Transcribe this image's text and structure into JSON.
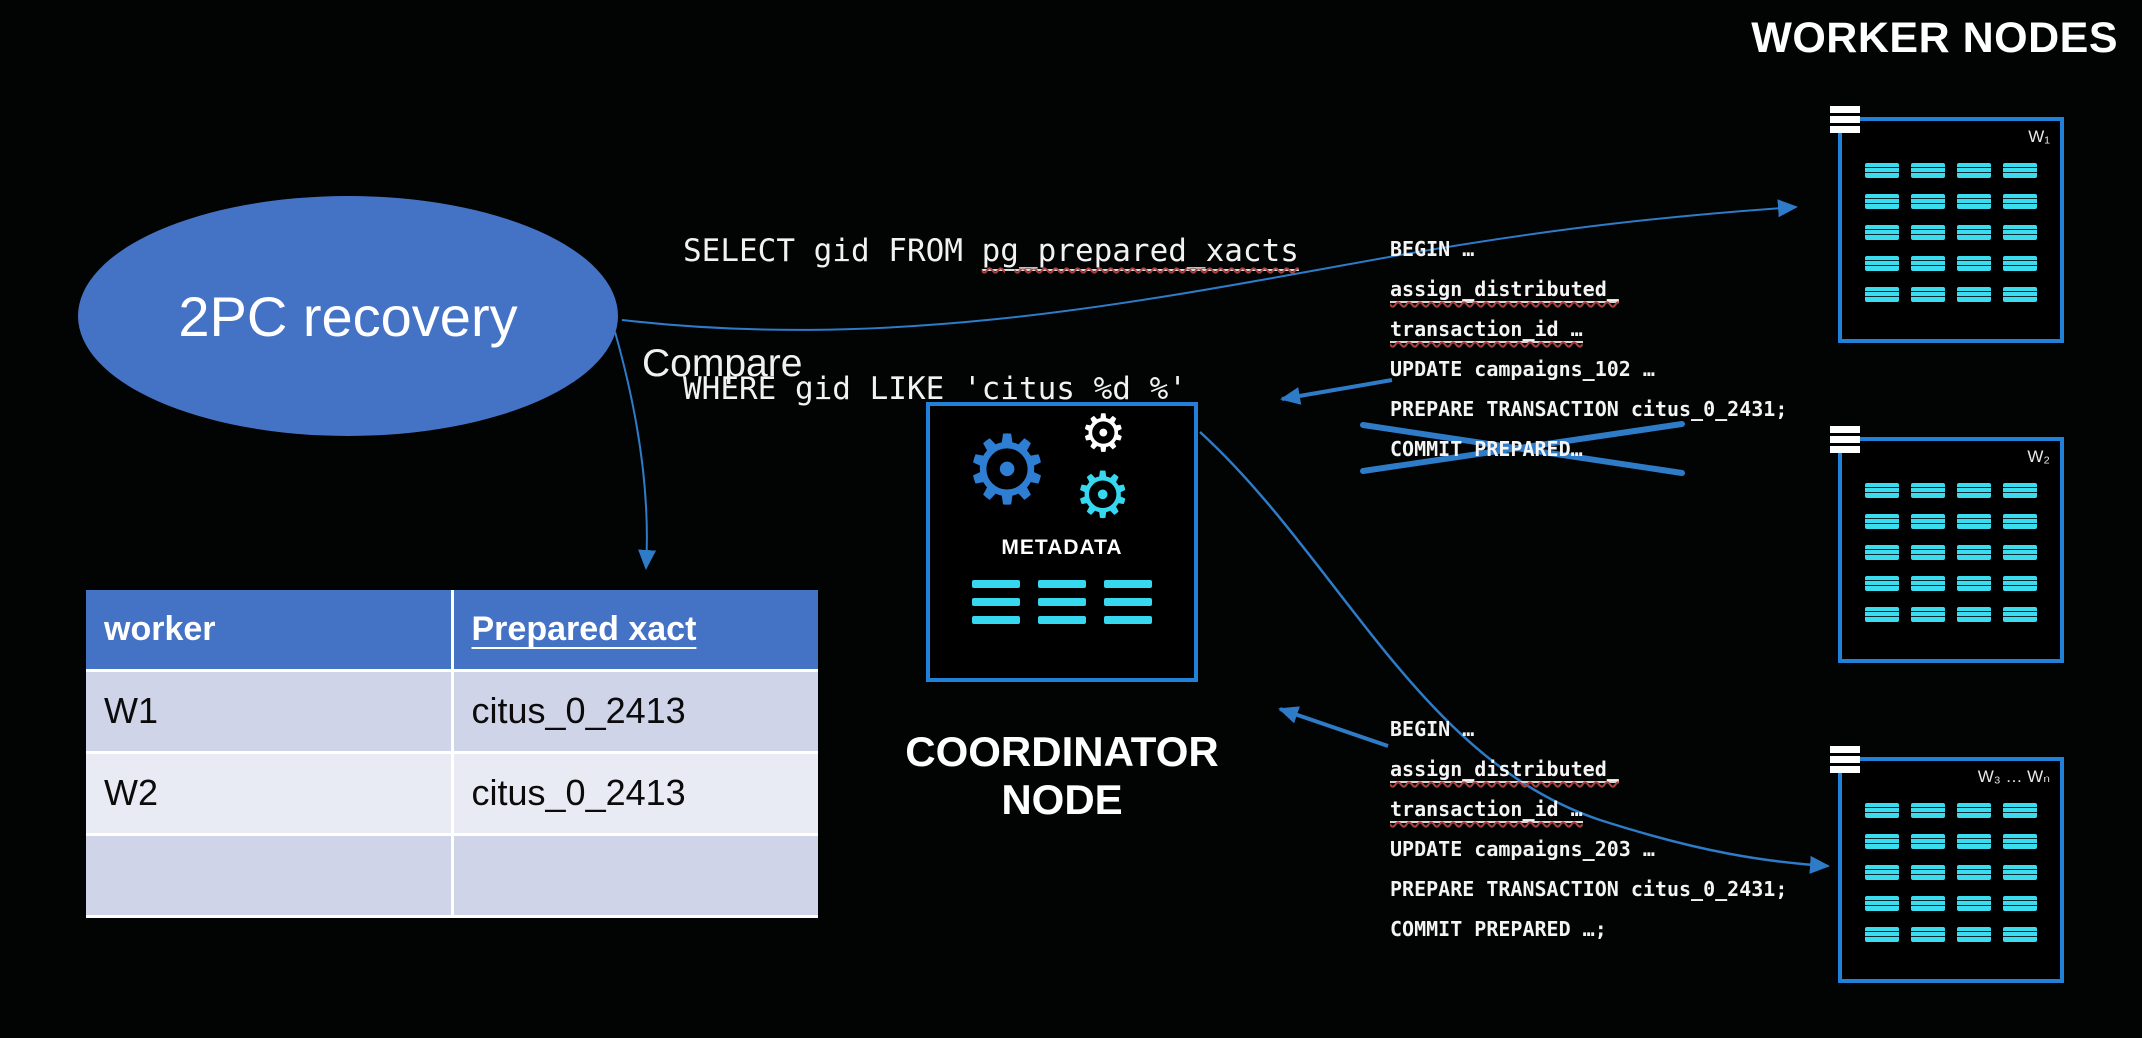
{
  "colors": {
    "background": "#000000",
    "accent_blue": "#4472c4",
    "border_blue": "#2180d8",
    "arrow_blue": "#2e7bc8",
    "cyan": "#35d8ee",
    "table_row_dark": "#cfd4e8",
    "table_row_light": "#e9ebf4",
    "text_white": "#ffffff"
  },
  "icons": {
    "gear": "⚙"
  },
  "worker_nodes_title": "WORKER NODES",
  "sql": {
    "line1_prefix": "SELECT gid FROM ",
    "line1_term": "pg_prepared_xacts",
    "line2_prefix": "WHERE gid LIKE ",
    "line2_term": "'citus_%d_%'"
  },
  "recovery_label": "2PC recovery",
  "compare_label": "Compare",
  "coordinator": {
    "metadata_label": "METADATA",
    "title_line1": "COORDINATOR",
    "title_line2": "NODE"
  },
  "table": {
    "headers": [
      {
        "text": "worker",
        "u": false
      },
      {
        "text": "Prepared xact",
        "u": true
      }
    ],
    "rows": [
      [
        "W1",
        "citus_0_2413"
      ],
      [
        "W2",
        "citus_0_2413"
      ],
      [
        "",
        ""
      ]
    ]
  },
  "workers": [
    {
      "label": "W₁"
    },
    {
      "label": "W₂"
    },
    {
      "label": "W₃ … Wₙ"
    }
  ],
  "transactions": [
    {
      "lines": [
        {
          "text": "BEGIN …",
          "u": false
        },
        {
          "text": "assign_distributed_",
          "u": true
        },
        {
          "text": "transaction_id …",
          "u": true
        },
        {
          "text": "UPDATE campaigns_102 …",
          "u": false
        },
        {
          "text": "PREPARE TRANSACTION citus_0_2431;",
          "u": false
        },
        {
          "text": "COMMIT PREPARED…",
          "u": false,
          "crossed": true
        }
      ]
    },
    {
      "lines": [
        {
          "text": "BEGIN …",
          "u": false
        },
        {
          "text": "assign_distributed_",
          "u": true
        },
        {
          "text": "transaction_id …",
          "u": true
        },
        {
          "text": "UPDATE campaigns_203 …",
          "u": false
        },
        {
          "text": "PREPARE TRANSACTION citus_0_2431;",
          "u": false
        },
        {
          "text": "COMMIT PREPARED …;",
          "u": false
        }
      ]
    }
  ]
}
